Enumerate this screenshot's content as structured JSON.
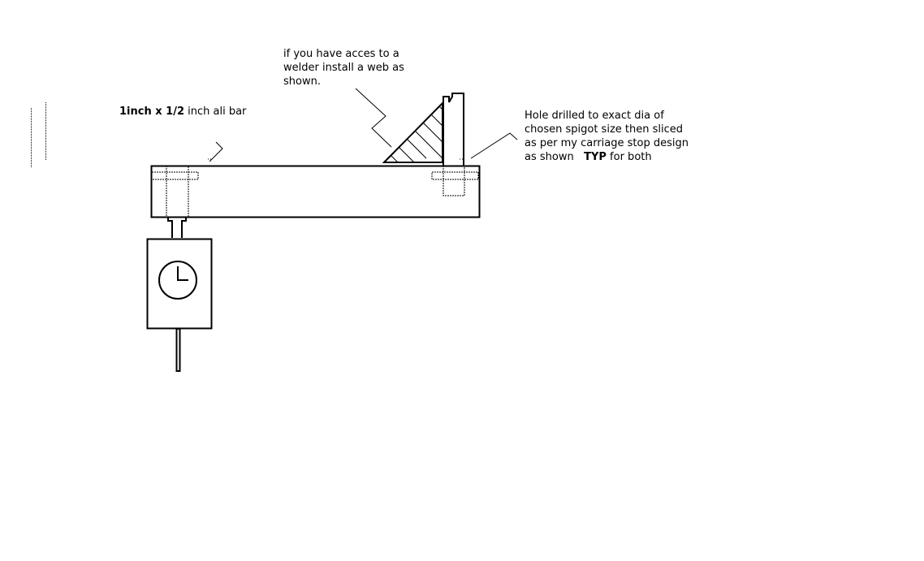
{
  "labels": {
    "bar_size": {
      "prefix": "1inch x 1/2",
      "suffix": " inch ali bar"
    },
    "web_note": {
      "lines": [
        "if you have acces to a",
        "welder install a web as",
        "shown."
      ]
    },
    "hole_note": {
      "lines": [
        "Hole drilled to exact dia of",
        "chosen spigot size then sliced",
        "as per my carriage stop design"
      ],
      "last_line_prefix": "as shown   ",
      "last_line_emphasis": "TYP",
      "last_line_suffix": " for both"
    }
  },
  "colors": {
    "background": "#ffffff",
    "ink": "#000000"
  }
}
